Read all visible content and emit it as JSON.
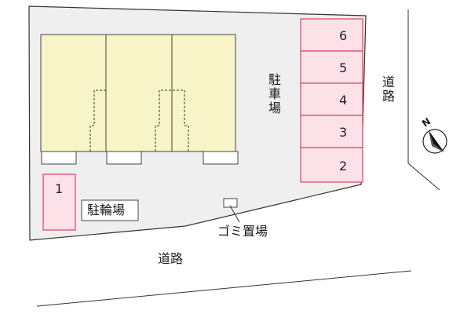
{
  "map": {
    "parking_label": "駐車場",
    "bicycle_parking_label": "駐輪場",
    "garbage_label": "ゴミ置場",
    "road_label_right": "道路",
    "road_label_bottom": "道路",
    "compass_label": "N",
    "parking_spaces": [
      "6",
      "5",
      "4",
      "3",
      "2"
    ],
    "bike_space": "1",
    "colors": {
      "lot_fill": "#efefef",
      "building_fill": "#f7f4c7",
      "spot_fill": "#fce1e8",
      "spot_stroke": "#e0405a"
    }
  }
}
